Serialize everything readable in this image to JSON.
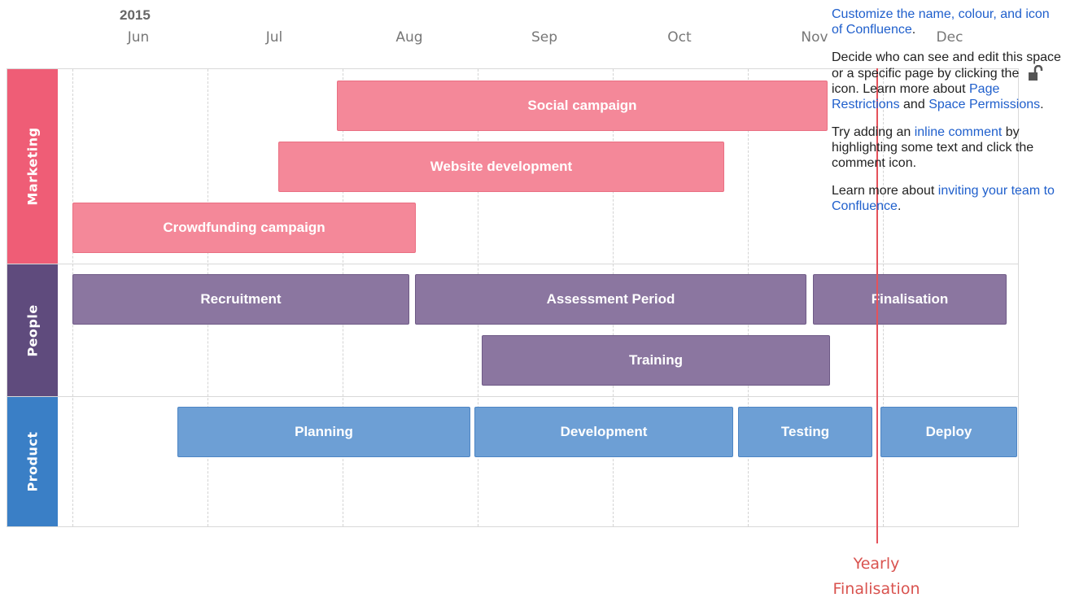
{
  "timeline": {
    "year": "2015",
    "months": [
      "Jun",
      "Jul",
      "Aug",
      "Sep",
      "Oct",
      "Nov",
      "Dec"
    ]
  },
  "lanes": [
    {
      "id": "marketing",
      "label": "Marketing",
      "color": "#ef5d76"
    },
    {
      "id": "people",
      "label": "People",
      "color": "#5f4b7d"
    },
    {
      "id": "product",
      "label": "Product",
      "color": "#3a7fc6"
    }
  ],
  "bars": {
    "social_campaign": "Social campaign",
    "website_development": "Website development",
    "crowdfunding_campaign": "Crowdfunding campaign",
    "recruitment": "Recruitment",
    "assessment_period": "Assessment Period",
    "finalisation": "Finalisation",
    "training": "Training",
    "planning": "Planning",
    "development": "Development",
    "testing": "Testing",
    "deploy": "Deploy"
  },
  "marker": {
    "line1": "Yearly",
    "line2": "Finalisation",
    "color": "#e5525b"
  },
  "tips": {
    "p1_link": "Customize the name, colour, and icon of Confluence",
    "p1_end": ".",
    "p2_a": "Decide who can see and edit this space or a specific page by clicking the",
    "p2_b": "icon. Learn more about",
    "p2_link1": "Page Restrictions",
    "p2_and": "and",
    "p2_link2": "Space Permissions",
    "p2_end": ".",
    "p3_a": "Try adding an",
    "p3_link": "inline comment",
    "p3_b": "by highlighting some text and click the comment icon.",
    "p4_a": "Learn more about",
    "p4_link": "inviting your team to Confluence",
    "p4_end": ".",
    "lock_icon": "unlock-icon"
  }
}
